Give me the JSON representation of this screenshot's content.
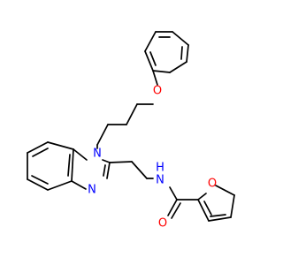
{
  "molecule": {
    "atoms": {
      "O_ether": {
        "symbol": "O",
        "color": "#ff0000"
      },
      "N_ring": {
        "symbol": "N",
        "color": "#0000ff"
      },
      "N_imine": {
        "symbol": "N",
        "color": "#0000ff"
      },
      "N_amide": {
        "symbol": "N",
        "color": "#0000ff"
      },
      "H_amide": {
        "symbol": "H",
        "color": "#0000ff"
      },
      "O_carbonyl": {
        "symbol": "O",
        "color": "#ff0000"
      },
      "O_furan": {
        "symbol": "O",
        "color": "#ff0000"
      }
    },
    "bond_color": "#000000"
  }
}
